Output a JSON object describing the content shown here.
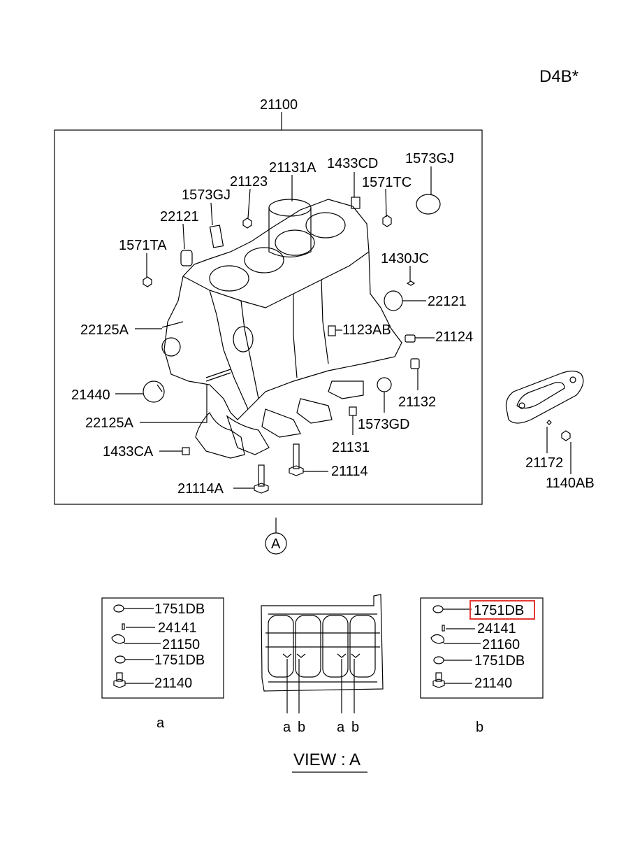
{
  "engine_code": "D4B*",
  "main": {
    "assembly_no": "21100",
    "callouts": {
      "p21131A": "21131A",
      "p1433CD": "1433CD",
      "p1573GJ_top": "1573GJ",
      "p21123": "21123",
      "p1571TC": "1571TC",
      "p1573GJ_left": "1573GJ",
      "p22121_left": "22121",
      "p1571TA": "1571TA",
      "p1430JC": "1430JC",
      "p22121_right": "22121",
      "p22125A_top": "22125A",
      "p1123AB": "1123AB",
      "p21124": "21124",
      "p21440": "21440",
      "p21132": "21132",
      "p22125A_bottom": "22125A",
      "p1573GD": "1573GD",
      "p1433CA": "1433CA",
      "p21131": "21131",
      "p21114": "21114",
      "p21114A": "21114A"
    }
  },
  "side_parts": {
    "p21172": "21172",
    "p1140AB": "1140AB"
  },
  "view_marker": "A",
  "view_title": "VIEW : A",
  "box_a": {
    "letter": "a",
    "parts": [
      "1751DB",
      "24141",
      "21150",
      "1751DB",
      "21140"
    ]
  },
  "box_b": {
    "letter": "b",
    "parts": [
      "1751DB",
      "24141",
      "21160",
      "1751DB",
      "21140"
    ]
  },
  "view_labels": [
    "a",
    "b",
    "a",
    "b"
  ],
  "highlight": {
    "color": "#e53935",
    "target": "box_b.parts.0"
  }
}
